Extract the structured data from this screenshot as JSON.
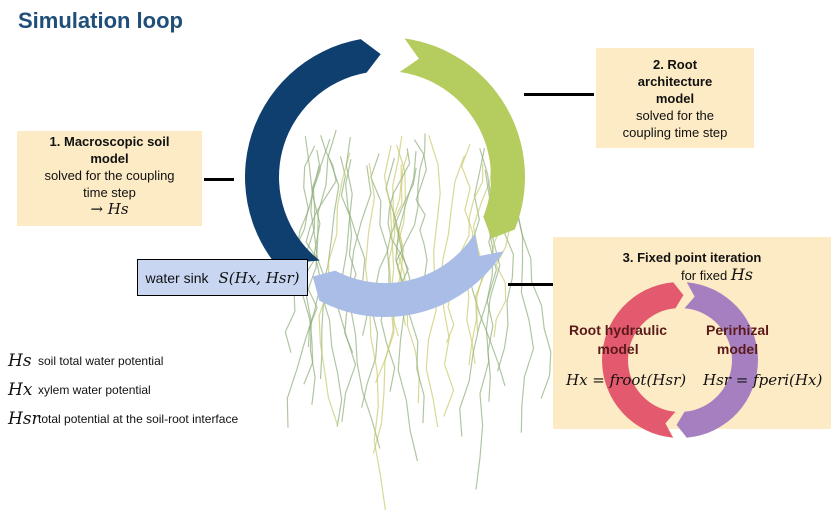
{
  "title": "Simulation loop",
  "step1": {
    "heading": "1. Macroscopic soil model",
    "text": "solved for the coupling time step",
    "output": "→ Hs"
  },
  "step2": {
    "heading": "2. Root architecture model",
    "text": "solved for the coupling time step"
  },
  "step3": {
    "heading": "3. Fixed point iteration",
    "text": "for fixed",
    "var": "Hs",
    "left": {
      "label": "Root hydraulic model",
      "equation": "Hx = froot(Hsr)"
    },
    "right": {
      "label": "Perirhizal model",
      "equation": "Hsr = fperi(Hx)"
    }
  },
  "sink": {
    "label": "water sink",
    "formula": "S(Hx, Hsr)"
  },
  "legend": [
    {
      "symbol": "Hs",
      "text": "soil total water potential"
    },
    {
      "symbol": "Hx",
      "text": "xylem water potential"
    },
    {
      "symbol": "Hsr",
      "text": "total potential at the soil-root  interface"
    }
  ],
  "colors": {
    "soil": "#0e3f6e",
    "root": "#b5cc5e",
    "sink": "#a9bde6",
    "hydraulic": "#e35a6e",
    "perirhizal": "#a67fc0",
    "box": "#fcebc4"
  }
}
